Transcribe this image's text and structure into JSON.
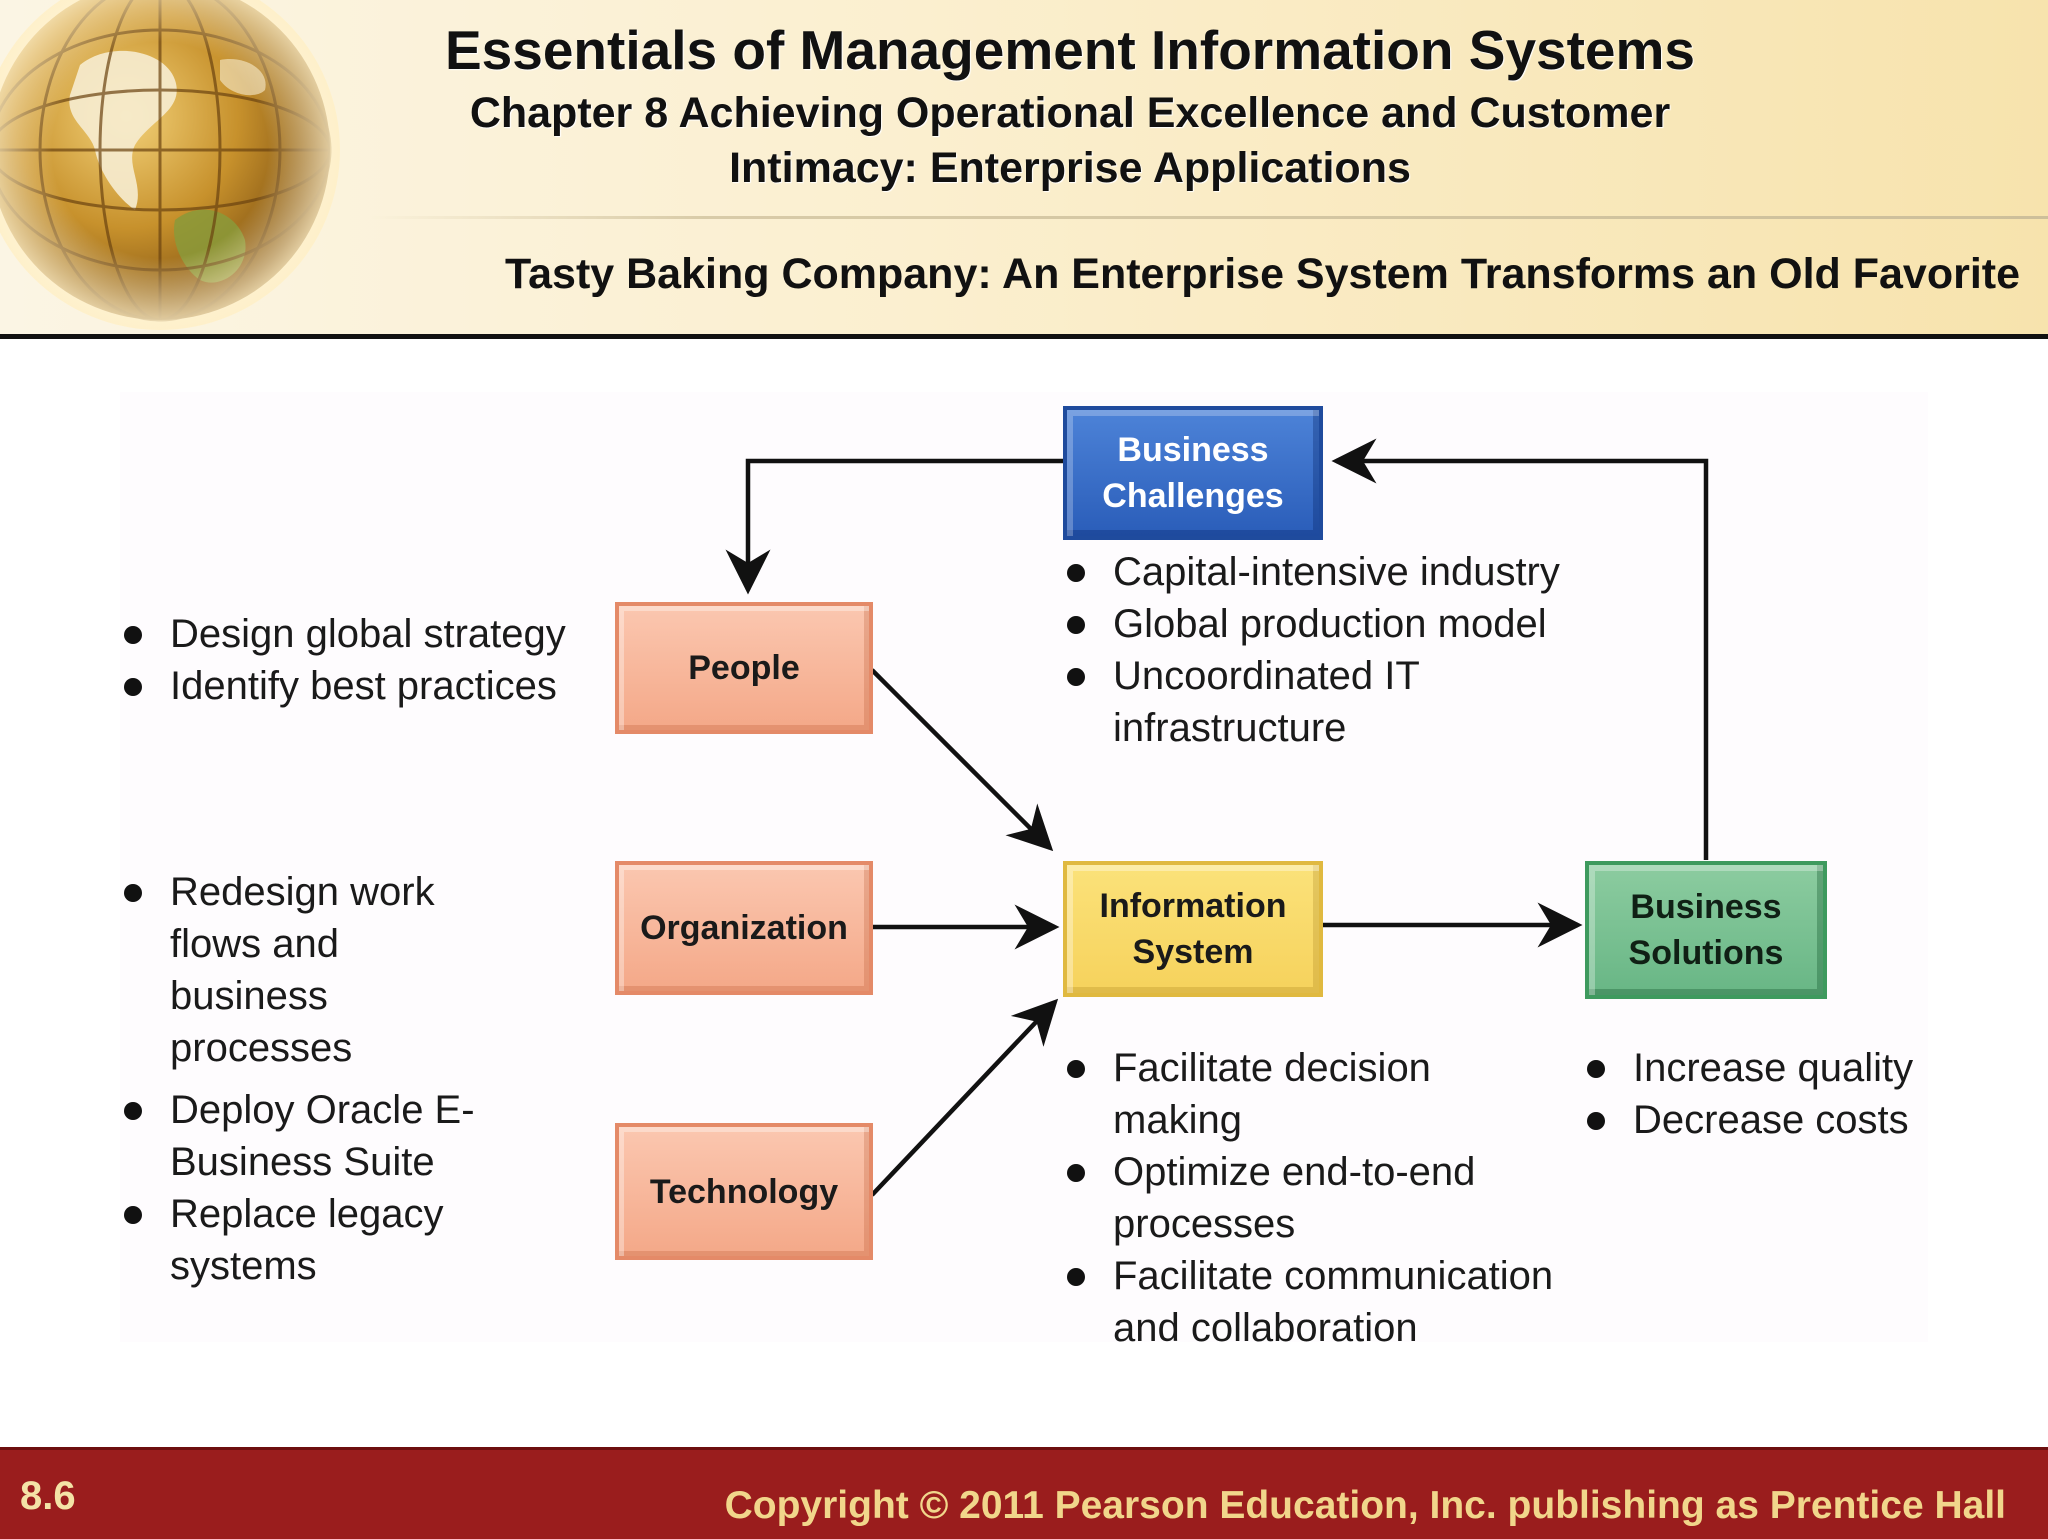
{
  "header": {
    "title": "Essentials of Management Information Systems",
    "chapter": "Chapter 8 Achieving Operational Excellence and Customer Intimacy: Enterprise Applications",
    "subtitle": "Tasty Baking Company: An Enterprise System Transforms an Old Favorite"
  },
  "diagram": {
    "boxes": {
      "business_challenges": "Business Challenges",
      "people": "People",
      "organization": "Organization",
      "technology": "Technology",
      "information_system": "Information System",
      "business_solutions": "Business Solutions"
    },
    "challenges": [
      "Capital-intensive industry",
      "Global production model",
      "Uncoordinated IT infrastructure"
    ],
    "people_items": [
      "Design global strategy",
      "Identify best practices"
    ],
    "organization_items": [
      "Redesign work flows and business processes"
    ],
    "technology_items": [
      "Deploy Oracle E-Business Suite",
      "Replace legacy systems"
    ],
    "information_system_items": [
      "Facilitate decision making",
      "Optimize end-to-end processes",
      "Facilitate communication and collaboration"
    ],
    "solutions_items": [
      "Increase quality",
      "Decrease costs"
    ]
  },
  "footer": {
    "page_number": "8.6",
    "copyright": "Copyright © 2011 Pearson Education, Inc. publishing as Prentice Hall"
  }
}
